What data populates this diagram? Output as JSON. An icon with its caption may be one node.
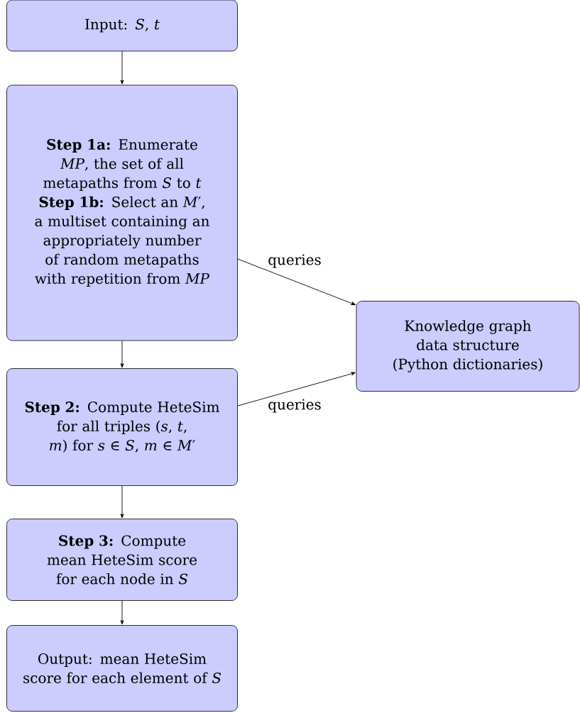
{
  "diagram": {
    "nodes": [
      {
        "text": [
          "Input: *S*, *t*"
        ]
      },
      {
        "text": [
          "**Step 1a:** Enumerate *MP*, the set of all metapaths from *S* to *t*",
          "**Step 1b:** Select an *M*′, a multiset containing an appropriately number of random metapaths with repetition from *MP*"
        ]
      },
      {
        "text": [
          "Knowledge graph data structure (Python dictionaries)"
        ]
      },
      {
        "text": [
          "**Step 2:** Compute HeteSim for all triples (*s*, *t*, *m*) for *s* ∈ *S*, *m* ∈ *M*′"
        ]
      },
      {
        "text": [
          "**Step 3:** Compute mean HeteSim score for each node in *S*"
        ]
      },
      {
        "text": [
          "Output: mean HeteSim score for each element of *S*"
        ]
      }
    ],
    "edges": [
      {
        "from": 0,
        "to": 1,
        "arrow": "to"
      },
      {
        "from": 1,
        "to": 3,
        "arrow": "to"
      },
      {
        "from": 3,
        "to": 4,
        "arrow": "to"
      },
      {
        "from": 4,
        "to": 5,
        "arrow": "to"
      },
      {
        "from": 1,
        "to": 2,
        "arrow": "to",
        "label": "queries"
      },
      {
        "from": 3,
        "to": 2,
        "arrow": "to",
        "label": "queries"
      }
    ]
  }
}
